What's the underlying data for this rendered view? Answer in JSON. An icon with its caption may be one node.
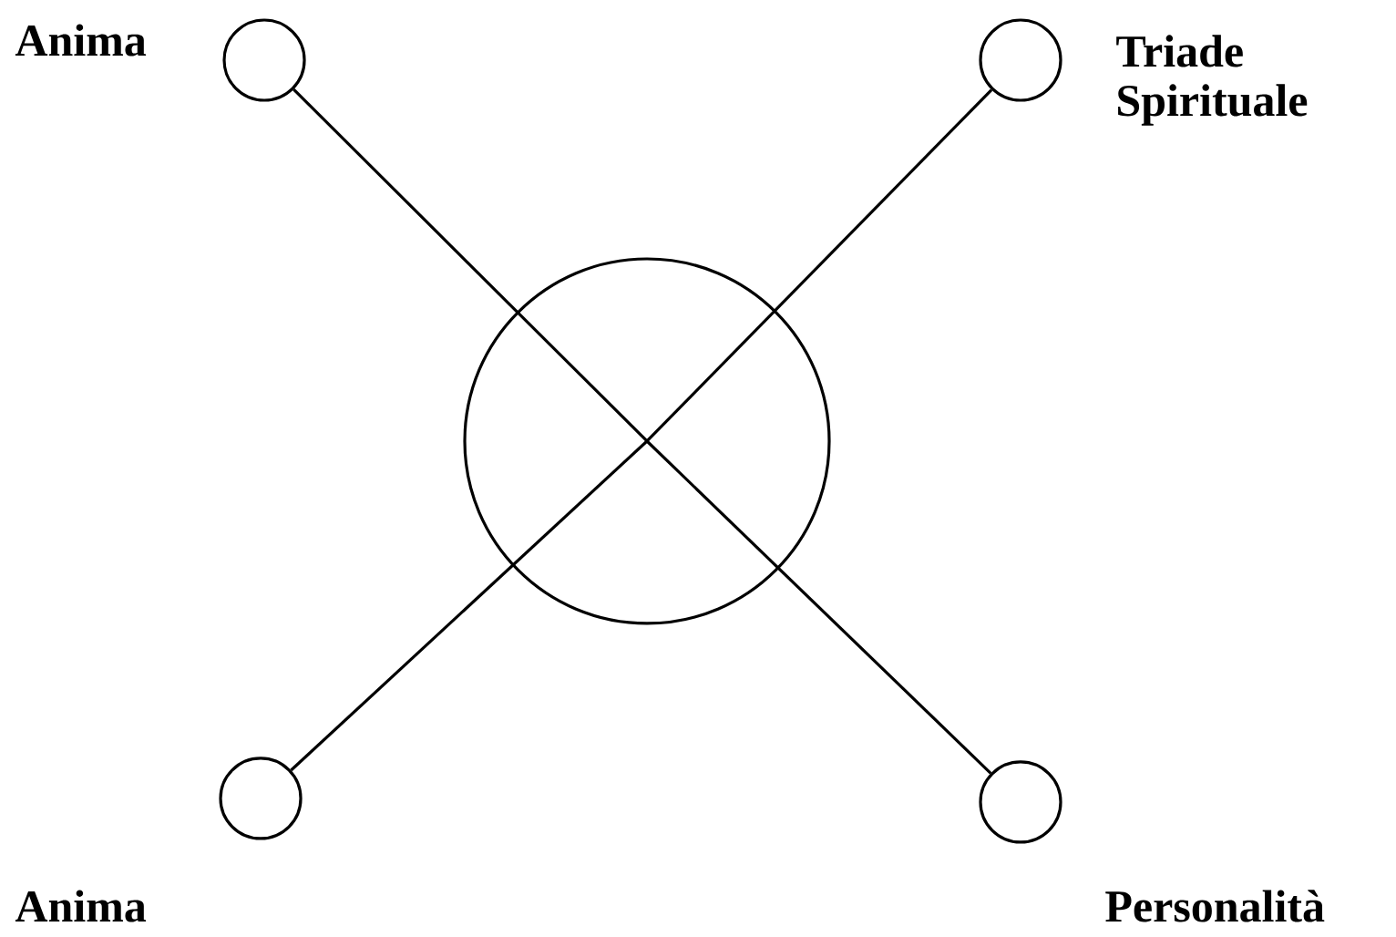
{
  "diagram": {
    "nodes": [
      {
        "text": [
          "Anima"
        ]
      },
      {
        "text": [
          "Triade Spirituale"
        ]
      },
      {
        "text": [],
        "shape": "circle"
      },
      {
        "text": [
          "Anima"
        ]
      },
      {
        "text": [
          "Personalità"
        ]
      }
    ],
    "edges": [
      {
        "from": 0,
        "to": 2,
        "arrow": "none"
      },
      {
        "from": 1,
        "to": 2,
        "arrow": "none"
      },
      {
        "from": 3,
        "to": 2,
        "arrow": "none"
      },
      {
        "from": 4,
        "to": 2,
        "arrow": "none"
      }
    ]
  }
}
